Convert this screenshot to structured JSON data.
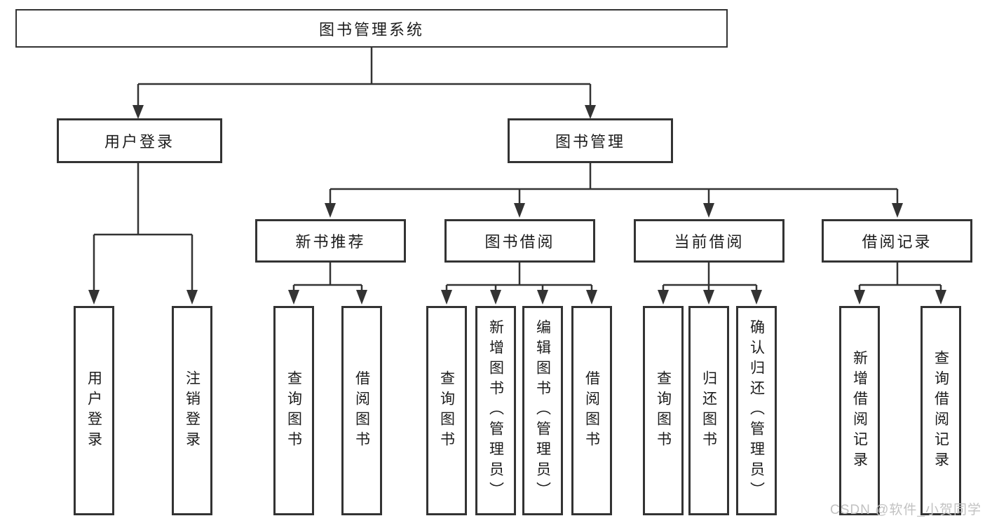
{
  "colors": {
    "line": "#333333",
    "box_border": "#333333",
    "text": "#1c1c1c",
    "background": "#ffffff",
    "watermark": "#c2c2c2"
  },
  "watermark": {
    "text": "CSDN @软件_小贺同学"
  },
  "tree": {
    "label": "图书管理系统",
    "children": [
      {
        "label": "用户登录",
        "children": [
          {
            "label": "用户登录"
          },
          {
            "label": "注销登录"
          }
        ]
      },
      {
        "label": "图书管理",
        "children": [
          {
            "label": "新书推荐",
            "children": [
              {
                "label": "查询图书"
              },
              {
                "label": "借阅图书"
              }
            ]
          },
          {
            "label": "图书借阅",
            "children": [
              {
                "label": "查询图书"
              },
              {
                "label": "新增图书（管理员）"
              },
              {
                "label": "编辑图书（管理员）"
              },
              {
                "label": "借阅图书"
              }
            ]
          },
          {
            "label": "当前借阅",
            "children": [
              {
                "label": "查询图书"
              },
              {
                "label": "归还图书"
              },
              {
                "label": "确认归还（管理员）"
              }
            ]
          },
          {
            "label": "借阅记录",
            "children": [
              {
                "label": "新增借阅记录"
              },
              {
                "label": "查询借阅记录"
              }
            ]
          }
        ]
      }
    ]
  }
}
